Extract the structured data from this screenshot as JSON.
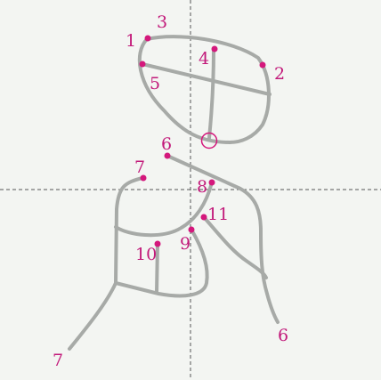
{
  "diagram": {
    "labels": {
      "l1": "1",
      "l2": "2",
      "l3": "3",
      "l4": "4",
      "l5": "5",
      "l6a": "6",
      "l6b": "6",
      "l7a": "7",
      "l7b": "7",
      "l8": "8",
      "l9": "9",
      "l10": "10",
      "l11": "11"
    },
    "colors": {
      "stroke": "#a7aaa7",
      "marker": "#d4187c",
      "label": "#c2197a",
      "guide": "#555555",
      "background": "#f3f5f2"
    }
  }
}
